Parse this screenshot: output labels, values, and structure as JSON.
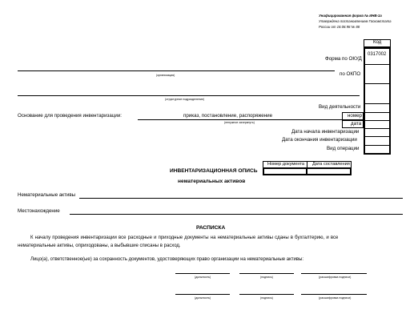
{
  "header": {
    "form_line": "Унифицированная форма № ИНВ-1а",
    "approved_line1": "Утверждена постановлением Госкомстата",
    "approved_line2": "России от 18.08.98 № 88"
  },
  "codes": {
    "header": "Код",
    "okud_label": "Форма по ОКУД",
    "okud_value": "0317002",
    "okpo_label": "по ОКПО",
    "activity_label": "Вид деятельности",
    "number_label": "номер",
    "date_label": "дата",
    "start_date_label": "Дата начала инвентаризации",
    "end_date_label": "Дата окончания инвентаризации",
    "operation_label": "Вид операции"
  },
  "captions": {
    "organization": "(организация)",
    "department": "(структурное подразделение)",
    "doc_kind": "(ненужное зачеркнуть)"
  },
  "basis": {
    "label": "Основание для проведения инвентаризации:",
    "options": "приказ, постановление, распоряжение"
  },
  "doc_table": {
    "col1": "Номер документа",
    "col2": "Дата составления"
  },
  "title": {
    "line1": "ИНВЕНТАРИЗАЦИОННАЯ ОПИСЬ",
    "line2": "нематериальных активов"
  },
  "fields": {
    "assets": "Нематериальные активы",
    "location": "Местонахождение"
  },
  "receipt": {
    "title": "РАСПИСКА",
    "para_line1": "К началу проведения инвентаризации все расходные и приходные документы на нематериальные активы сданы в бухгалтерию, и все",
    "para_line2": "нематериальные активы, оприходованы, а выбывшие списаны в расход.",
    "responsible": "Лицо(а), ответственное(ые) за сохранность документов, удостоверяющих право организации на нематериальные активы:"
  },
  "signatures": {
    "position": "(должность)",
    "signature": "(подпись)",
    "decoding": "(расшифровка подписи)"
  }
}
